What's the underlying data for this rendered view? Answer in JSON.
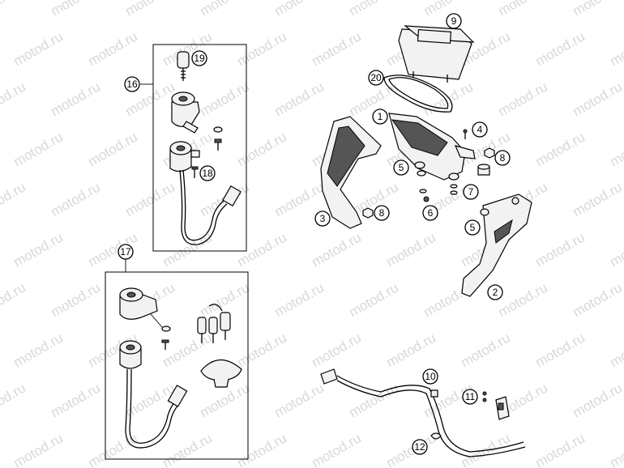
{
  "watermark": "motod.ru",
  "callouts": {
    "c1": "1",
    "c2": "2",
    "c3": "3",
    "c4": "4",
    "c5a": "5",
    "c5b": "5",
    "c6": "6",
    "c7": "7",
    "c8a": "8",
    "c8b": "8",
    "c9": "9",
    "c10": "10",
    "c11": "11",
    "c12": "12",
    "c16": "16",
    "c17": "17",
    "c18": "18",
    "c19": "19",
    "c20": "20"
  }
}
